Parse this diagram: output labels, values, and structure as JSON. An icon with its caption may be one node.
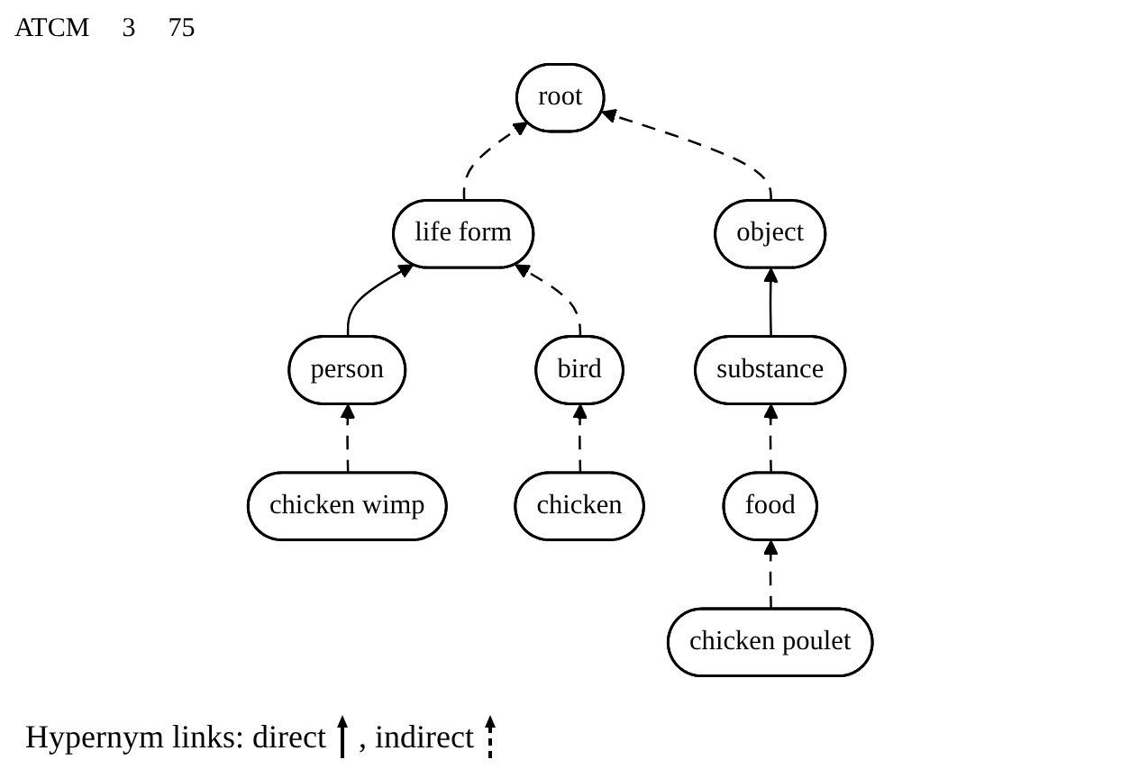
{
  "diagram": {
    "nodes": [
      {
        "text": [
          "root"
        ]
      },
      {
        "text": [
          "life form"
        ]
      },
      {
        "text": [
          "object"
        ]
      },
      {
        "text": [
          "person"
        ]
      },
      {
        "text": [
          "bird"
        ]
      },
      {
        "text": [
          "substance"
        ]
      },
      {
        "text": [
          "chicken wimp"
        ]
      },
      {
        "text": [
          "chicken"
        ]
      },
      {
        "text": [
          "food"
        ]
      },
      {
        "text": [
          "chicken poulet"
        ]
      }
    ],
    "edges": [
      {
        "from": 1,
        "to": 0,
        "arrow": "to",
        "style": "dashed"
      },
      {
        "from": 2,
        "to": 0,
        "arrow": "to",
        "style": "dashed"
      },
      {
        "from": 3,
        "to": 1,
        "arrow": "to"
      },
      {
        "from": 4,
        "to": 1,
        "arrow": "to",
        "style": "dashed"
      },
      {
        "from": 5,
        "to": 2,
        "arrow": "to"
      },
      {
        "from": 6,
        "to": 3,
        "arrow": "to",
        "style": "dashed"
      },
      {
        "from": 7,
        "to": 4,
        "arrow": "to",
        "style": "dashed"
      },
      {
        "from": 8,
        "to": 5,
        "arrow": "to",
        "style": "dashed"
      },
      {
        "from": 9,
        "to": 8,
        "arrow": "to",
        "style": "dashed"
      }
    ],
    "labels": [
      "ATCM",
      "3",
      "75"
    ],
    "legend": [
      {
        "text": "Hypernym links: direct"
      },
      {
        "text": ", indirect"
      }
    ]
  }
}
